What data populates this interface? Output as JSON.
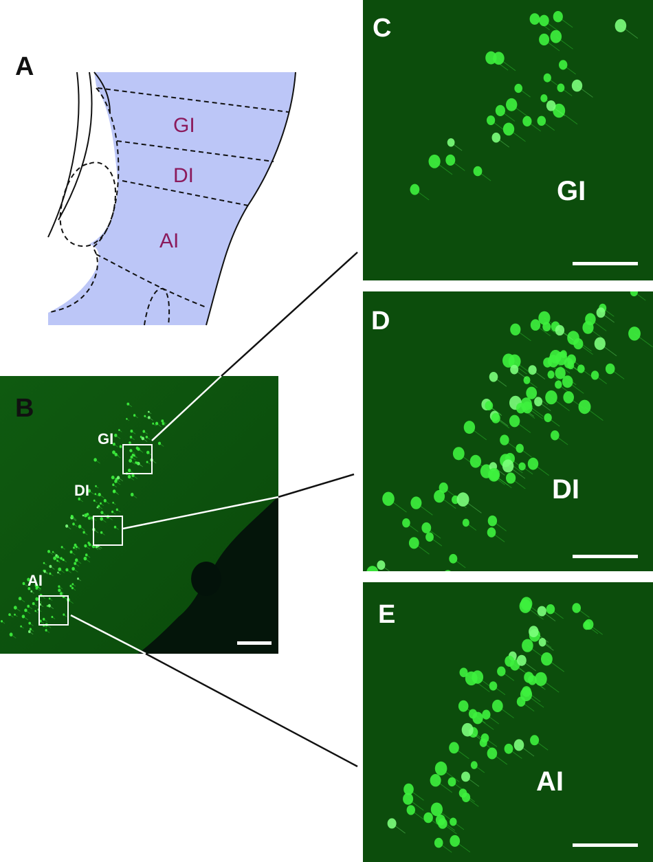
{
  "panels": {
    "a": {
      "letter": "A",
      "regions": [
        "GI",
        "DI",
        "AI"
      ],
      "colors": {
        "fill": "#bcc6f7",
        "label": "#8b1a5c",
        "line": "#111111"
      }
    },
    "b": {
      "letter": "B",
      "regions": [
        "GI",
        "DI",
        "AI"
      ]
    },
    "c": {
      "letter": "C",
      "region": "GI"
    },
    "d": {
      "letter": "D",
      "region": "DI"
    },
    "e": {
      "letter": "E",
      "region": "AI"
    }
  },
  "colors": {
    "tissue": "#0c4d0c",
    "cell": "#3ef23e",
    "cell_bright": "#7cff7c"
  }
}
